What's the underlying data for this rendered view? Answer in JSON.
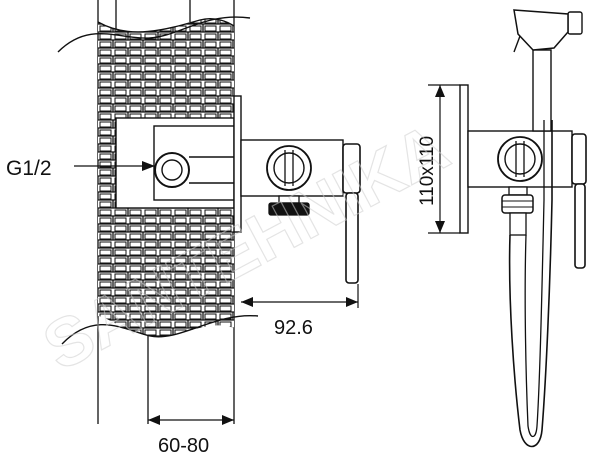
{
  "labels": {
    "thread": "G1/2",
    "projection": "92.6",
    "wall_depth": "60-80",
    "plate_size": "110x110"
  },
  "watermark": "SANTEHNIKA",
  "colors": {
    "line": "#111111",
    "background": "#ffffff",
    "watermark": "#cfcfcf"
  }
}
